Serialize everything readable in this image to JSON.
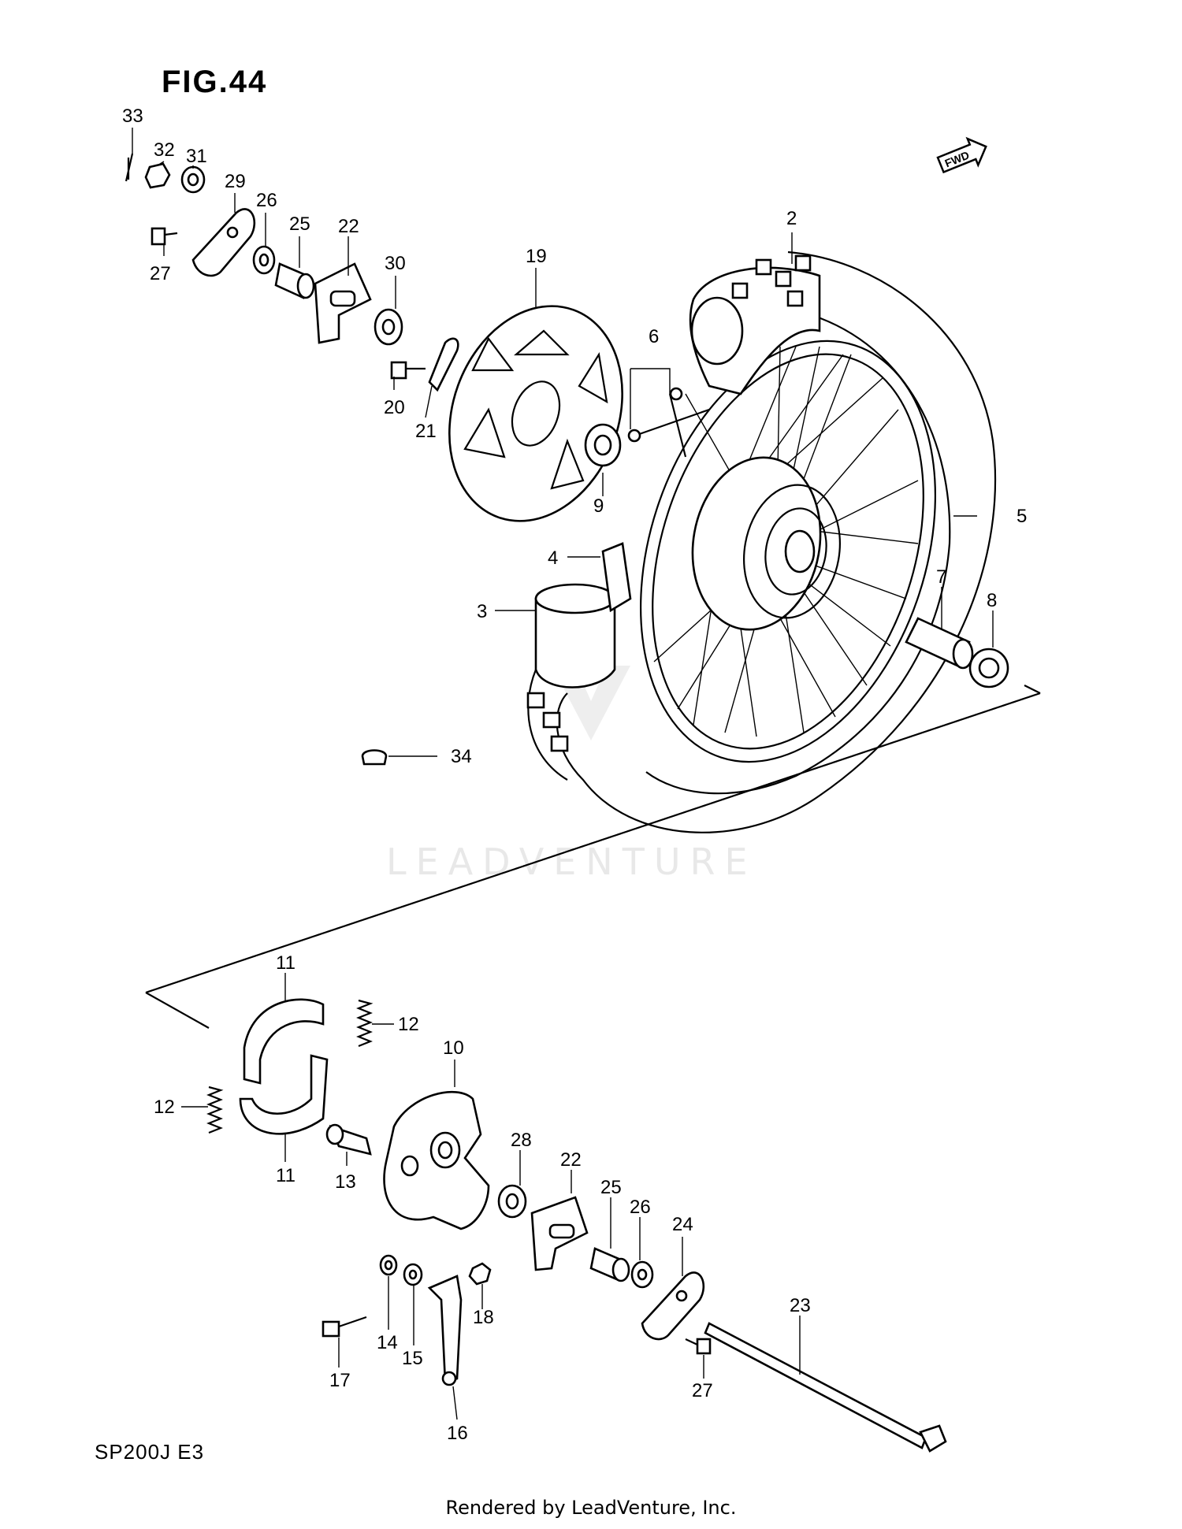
{
  "figure": {
    "title": "FIG.44",
    "model": "SP200J  E3",
    "rendered_by": "Rendered by LeadVenture, Inc.",
    "watermark": "LEADVENTURE",
    "fwd_label": "FWD"
  },
  "callouts": [
    "33",
    "32",
    "31",
    "29",
    "26",
    "25",
    "22",
    "30",
    "27",
    "19",
    "20",
    "21",
    "2",
    "6",
    "9",
    "4",
    "3",
    "5",
    "7",
    "8",
    "34",
    "11",
    "12",
    "12",
    "11",
    "10",
    "13",
    "28",
    "22",
    "25",
    "26",
    "24",
    "23",
    "14",
    "15",
    "18",
    "17",
    "16",
    "27"
  ],
  "colors": {
    "ink": "#000000",
    "paper": "#ffffff",
    "watermark": "#e6e6e6"
  }
}
